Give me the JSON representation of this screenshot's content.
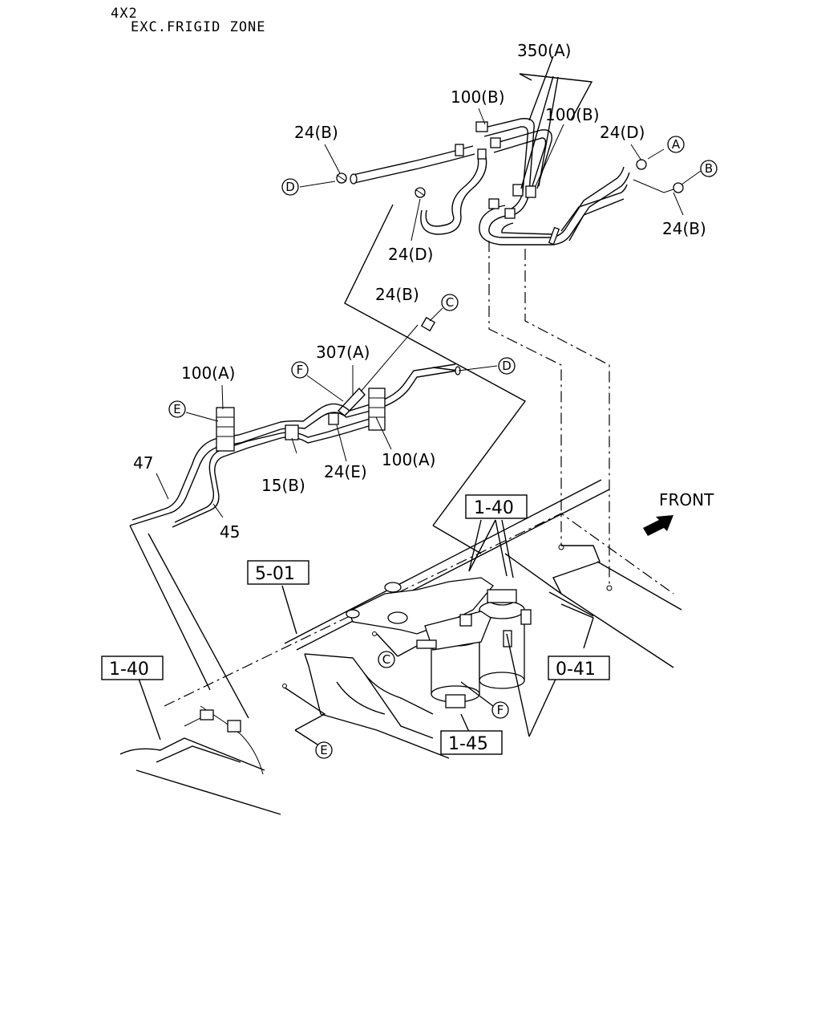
{
  "header": {
    "line1": "4X2",
    "line2": "EXC.FRIGID ZONE"
  },
  "front_label": "FRONT",
  "callouts": {
    "c350a": "350(A)",
    "c100b_left": "100(B)",
    "c100b_right": "100(B)",
    "c24b_left": "24(B)",
    "c24d_right": "24(D)",
    "c24b_right": "24(B)",
    "c24d_mid": "24(D)",
    "c24b_center": "24(B)",
    "c307a": "307(A)",
    "c100a_left": "100(A)",
    "c100a_right": "100(A)",
    "c47": "47",
    "c45": "45",
    "c15b": "15(B)",
    "c24e": "24(E)"
  },
  "boxed_refs": {
    "b140_top": "1-40",
    "b501": "5-01",
    "b140_left": "1-40",
    "b041": "0-41",
    "b145": "1-45"
  },
  "circle_markers": {
    "A": "A",
    "B": "B",
    "C_top": "C",
    "D_top": "D",
    "D_left": "D",
    "E_left": "E",
    "F_mid": "F",
    "C_bottom": "C",
    "F_bottom": "F",
    "E_bottom": "E"
  },
  "icons": {
    "front_arrow": "front-arrow-icon"
  }
}
